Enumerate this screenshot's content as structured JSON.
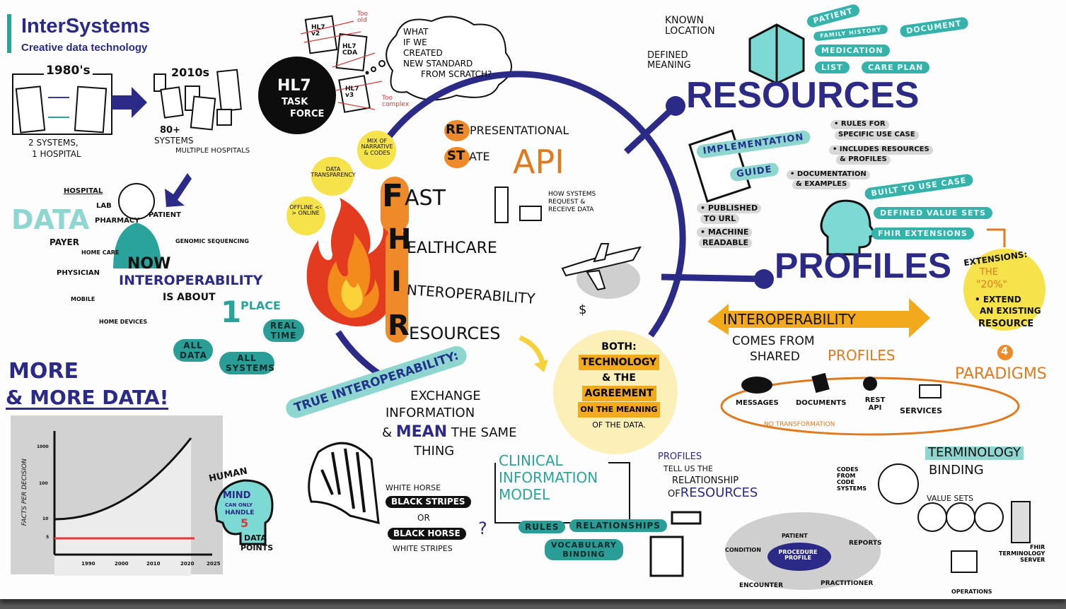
{
  "logo": {
    "name": "InterSystems",
    "tagline": "Creative data technology",
    "accent": "#2aa39c",
    "brand_color": "#2b2a86"
  },
  "history": {
    "era1": "1980's",
    "era1_caption_1": "2 SYSTEMS,",
    "era1_caption_2": "1 HOSPITAL",
    "era2": "2010s",
    "era2_caption_1": "80+",
    "era2_caption_2": "SYSTEMS",
    "era2_caption_3": "MULTIPLE HOSPITALS"
  },
  "hl7": {
    "task_force_1": "HL7",
    "task_force_2": "TASK",
    "task_force_3": "FORCE",
    "v2": "HL7 v2",
    "cda": "HL7 CDA",
    "v3": "HL7 v3",
    "too_old": "Too old",
    "too_complex": "Too complex",
    "thought": [
      "WHAT",
      "IF WE",
      "CREATED",
      "NEW STANDARD",
      "FROM SCRATCH?"
    ]
  },
  "data_sources": {
    "big_label": "DATA",
    "items": [
      "HOSPITAL",
      "LAB",
      "PHARMACY",
      "PAYER",
      "HOME CARE",
      "PHYSICIAN",
      "MOBILE",
      "HOME DEVICES",
      "PATIENT",
      "GENOMIC SEQUENCING"
    ],
    "now": "NOW",
    "interop": "INTEROPERABILITY",
    "is_about": "IS ABOUT",
    "one": "1",
    "place": "PLACE",
    "all_data": "ALL DATA",
    "all_systems": "ALL SYSTEMS",
    "real_time": "REAL TIME"
  },
  "more_data": {
    "title_1": "MORE",
    "title_2": "& MORE DATA!",
    "ylabel": "FACTS PER DECISION",
    "yticks": [
      "1000",
      "100",
      "10",
      "5"
    ],
    "xticks": [
      "1990",
      "2000",
      "2010",
      "2020",
      "2025"
    ],
    "human": "HUMAN",
    "mind": "MIND",
    "can_only": "CAN ONLY",
    "handle": "HANDLE",
    "five": "5",
    "data_points_1": "DATA",
    "data_points_2": "POINTS"
  },
  "fhir": {
    "letters": [
      "F",
      "H",
      "I",
      "R"
    ],
    "words": [
      "AST",
      "EALTHCARE",
      "NTEROPERABILITY",
      "ESOURCES"
    ],
    "bubbles": [
      "MIX OF NARRATIVE & CODES",
      "DATA TRANSPARENCY",
      "OFFLINE <-> ONLINE"
    ]
  },
  "rest": {
    "re": "RE",
    "presentational": "PRESENTATIONAL",
    "st": "ST",
    "ate": "ATE",
    "api": "API",
    "caption": [
      "HOW SYSTEMS",
      "REQUEST &",
      "RECEIVE DATA"
    ],
    "dollar": "$"
  },
  "true_interop": {
    "banner_1": "TRUE",
    "banner_2": "INTEROPERABILITY:",
    "line1": "EXCHANGE",
    "line2": "INFORMATION",
    "line3a": "& ",
    "mean": "MEAN",
    "line3b": " THE SAME",
    "line4": "THING",
    "zebra": [
      "WHITE HORSE",
      "BLACK STRIPES",
      "OR",
      "BLACK HORSE",
      "WHITE STRIPES"
    ],
    "q": "?"
  },
  "both": {
    "lines": [
      "BOTH:",
      "TECHNOLOGY",
      "& THE",
      "AGREEMENT",
      "ON THE MEANING",
      "OF THE DATA."
    ]
  },
  "resources": {
    "title": "RESOURCES",
    "known_location": "KNOWN LOCATION",
    "defined_meaning": "DEFINED MEANING",
    "tags": [
      "PATIENT",
      "FAMILY HISTORY",
      "DOCUMENT",
      "MEDICATION",
      "LIST",
      "CARE PLAN"
    ],
    "guide_1": "IMPLEMENTATION",
    "guide_2": "GUIDE",
    "bullets": [
      "• RULES FOR",
      "SPECIFIC USE CASE",
      "• INCLUDES RESOURCES",
      "& PROFILES",
      "• DOCUMENTATION",
      "& EXAMPLES",
      "• PUBLISHED",
      "TO URL",
      "• MACHINE",
      "READABLE"
    ]
  },
  "profiles": {
    "title": "PROFILES",
    "tags": [
      "BUILT TO USE CASE",
      "DEFINED VALUE SETS",
      "FHIR EXTENSIONS"
    ],
    "extensions": [
      "EXTENSIONS:",
      "THE",
      "\"20%\"",
      "• EXTEND",
      "AN EXISTING",
      "RESOURCE"
    ],
    "interop": "INTEROPERABILITY",
    "comes_from": "COMES FROM",
    "shared": "SHARED",
    "profiles_word": "PROFILES",
    "four": "4",
    "paradigms": "PARADIGMS",
    "paradigm_items": [
      "MESSAGES",
      "DOCUMENTS",
      "REST API",
      "SERVICES"
    ],
    "no_transformation": "NO TRANSFORMATION"
  },
  "clinical": {
    "lines": [
      "CLINICAL",
      "INFORMATION",
      "MODEL"
    ],
    "rules": "RULES",
    "relationships": "RELATIONSHIPS",
    "vocab_1": "VOCABULARY",
    "vocab_2": "BINDING"
  },
  "relationship": {
    "lines": [
      "PROFILES",
      "TELL US THE",
      "RELATIONSHIP",
      "OF"
    ],
    "resources": "RESOURCES",
    "center": "PROCEDURE PROFILE",
    "nodes": [
      "PATIENT",
      "CONDITION",
      "REPORTS",
      "ENCOUNTER",
      "PRACTITIONER"
    ]
  },
  "terminology": {
    "title_1": "TERMINOLOGY",
    "title_2": "BINDING",
    "codes": [
      "CODES",
      "FROM",
      "CODE",
      "SYSTEMS"
    ],
    "value_sets": "VALUE SETS",
    "server": [
      "FHIR",
      "TERMINOLOGY",
      "SERVER"
    ],
    "operations": "OPERATIONS"
  }
}
